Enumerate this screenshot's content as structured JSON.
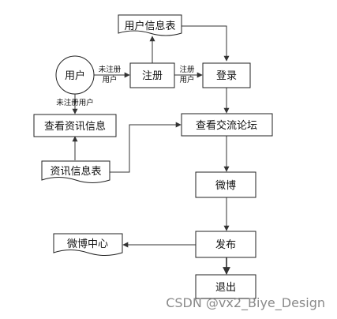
{
  "nodes": {
    "user_info_table": "用户信息表",
    "user": "用户",
    "register": "注册",
    "login": "登录",
    "view_news": "查看资讯信息",
    "view_forum": "查看交流论坛",
    "news_table": "资讯信息表",
    "weibo": "微博",
    "weibo_center": "微博中心",
    "publish": "发布",
    "logout": "退出"
  },
  "edges": {
    "unregistered_line1": "未注册",
    "unregistered_line2": "用户",
    "registered_line1": "注册",
    "registered_line2": "用户",
    "unregistered_user": "未注册用户"
  },
  "watermark": "CSDN @vx2_Biye_Design"
}
